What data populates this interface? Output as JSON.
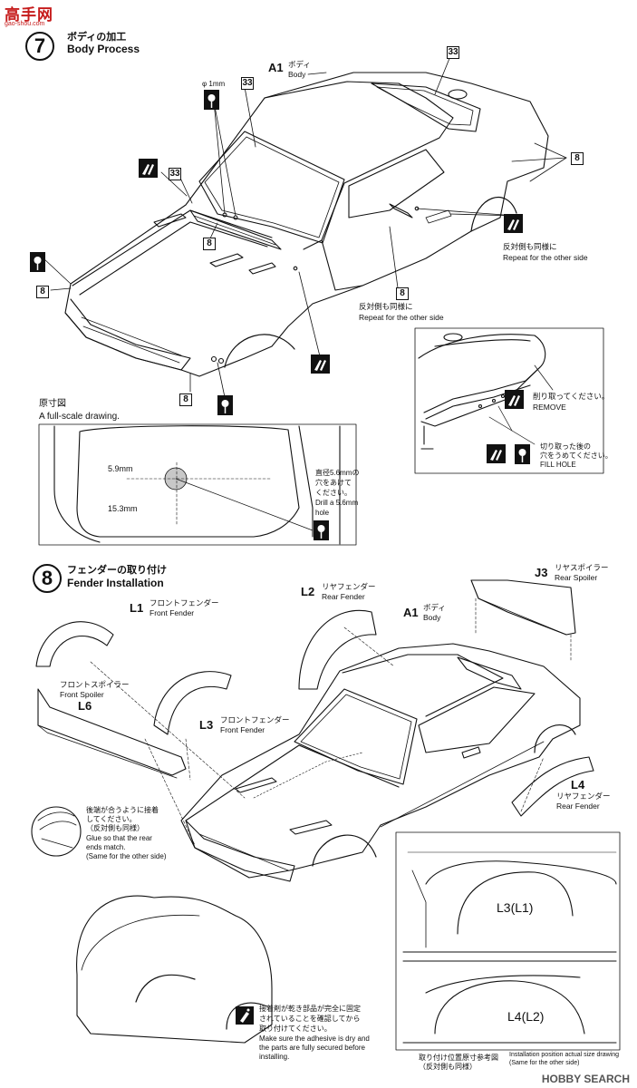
{
  "site_logo": {
    "main": "高手网",
    "sub": "gao-shou.com"
  },
  "step7": {
    "number": "7",
    "title_jp": "ボディの加工",
    "title_en": "Body Process",
    "part": {
      "code": "A1",
      "jp": "ボディ",
      "en": "Body"
    },
    "phi_label": "φ 1mm",
    "badges": [
      "33",
      "33",
      "33",
      "8",
      "8",
      "8",
      "8",
      "8"
    ],
    "repeat_jp": "反対側も同様に",
    "repeat_en": "Repeat for the other side",
    "remove_jp": "削り取ってください。",
    "remove_en": "REMOVE",
    "fill_jp_1": "切り取った後の",
    "fill_jp_2": "穴をうめてください。",
    "fill_en": "FILL HOLE",
    "fullscale_jp": "原寸図",
    "fullscale_en": "A full-scale drawing.",
    "dim1": "5.9mm",
    "dim2": "15.3mm",
    "drill_jp_1": "直径5.6mmの",
    "drill_jp_2": "穴をあけて",
    "drill_jp_3": "ください。",
    "drill_en_1": "Drill a 5.6mm",
    "drill_en_2": "hole"
  },
  "step8": {
    "number": "8",
    "title_jp": "フェンダーの取り付け",
    "title_en": "Fender Installation",
    "parts": {
      "L1": {
        "code": "L1",
        "jp": "フロントフェンダー",
        "en": "Front Fender"
      },
      "L2": {
        "code": "L2",
        "jp": "リヤフェンダー",
        "en": "Rear Fender"
      },
      "A1": {
        "code": "A1",
        "jp": "ボディ",
        "en": "Body"
      },
      "J3": {
        "code": "J3",
        "jp": "リヤスポイラー",
        "en": "Rear Spoiler"
      },
      "L6": {
        "code": "L6",
        "jp": "フロントスポイラー",
        "en": "Front Spoiler"
      },
      "L3": {
        "code": "L3",
        "jp": "フロントフェンダー",
        "en": "Front Fender"
      },
      "L4": {
        "code": "L4",
        "jp": "リヤフェンダー",
        "en": "Rear Fender"
      }
    },
    "glue_note": {
      "jp_1": "後端が合うように接着",
      "jp_2": "してください。",
      "jp_3": "（反対側も同様）",
      "en_1": "Glue so that the rear",
      "en_2": "ends match.",
      "en_3": "(Same for the other side)"
    },
    "adhesive_note": {
      "jp_1": "接着剤が乾き部品が完全に固定",
      "jp_2": "されていることを確認してから",
      "jp_3": "取り付けてください。",
      "en_1": "Make sure the adhesive is dry and",
      "en_2": "the parts are fully secured before",
      "en_3": "installing."
    },
    "ref_label_1": "L3(L1)",
    "ref_label_2": "L4(L2)",
    "ref_caption_jp": "取り付け位置原寸参考図",
    "ref_caption_jp_2": "（反対側も同様）",
    "ref_caption_en_1": "Installation position actual size drawing",
    "ref_caption_en_2": "(Same for the other side)"
  },
  "watermark": "HOBBY SEARCH"
}
